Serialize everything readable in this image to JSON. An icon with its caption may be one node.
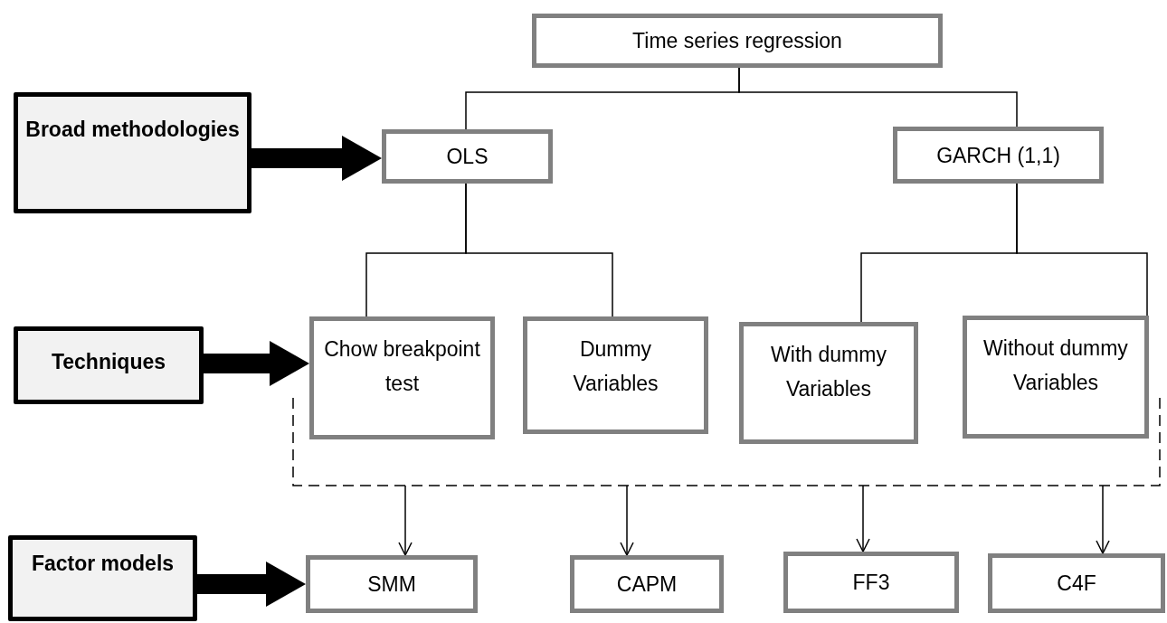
{
  "diagram": {
    "nodes": [
      {
        "text": [
          "Time series regression"
        ]
      },
      {
        "text": [
          "Broad methodologies"
        ]
      },
      {
        "text": [
          "OLS"
        ]
      },
      {
        "text": [
          "GARCH (1,1)"
        ]
      },
      {
        "text": [
          "Techniques"
        ]
      },
      {
        "text": [
          "Chow breakpoint test"
        ]
      },
      {
        "text": [
          "Dummy Variables"
        ]
      },
      {
        "text": [
          "With dummy Variables"
        ]
      },
      {
        "text": [
          "Without dummy Variables"
        ]
      },
      {
        "text": [
          "Factor models"
        ]
      },
      {
        "text": [
          "SMM"
        ]
      },
      {
        "text": [
          "CAPM"
        ]
      },
      {
        "text": [
          "FF3"
        ]
      },
      {
        "text": [
          "C4F"
        ]
      }
    ],
    "edges": [
      {
        "from": 0,
        "to": 2,
        "arrow": "none"
      },
      {
        "from": 0,
        "to": 3,
        "arrow": "none"
      },
      {
        "from": 1,
        "to": 2,
        "arrow": "to",
        "style": "thick"
      },
      {
        "from": 2,
        "to": 5,
        "arrow": "none"
      },
      {
        "from": 2,
        "to": 6,
        "arrow": "none"
      },
      {
        "from": 3,
        "to": 7,
        "arrow": "none"
      },
      {
        "from": 3,
        "to": 8,
        "arrow": "none"
      },
      {
        "from": 4,
        "to": 5,
        "arrow": "to",
        "style": "thick"
      },
      {
        "from": 9,
        "to": 10,
        "arrow": "to",
        "style": "thick"
      },
      {
        "from": null,
        "to": 10,
        "arrow": "to"
      },
      {
        "from": null,
        "to": 11,
        "arrow": "to"
      },
      {
        "from": null,
        "to": 12,
        "arrow": "to"
      },
      {
        "from": null,
        "to": 13,
        "arrow": "to"
      }
    ]
  }
}
